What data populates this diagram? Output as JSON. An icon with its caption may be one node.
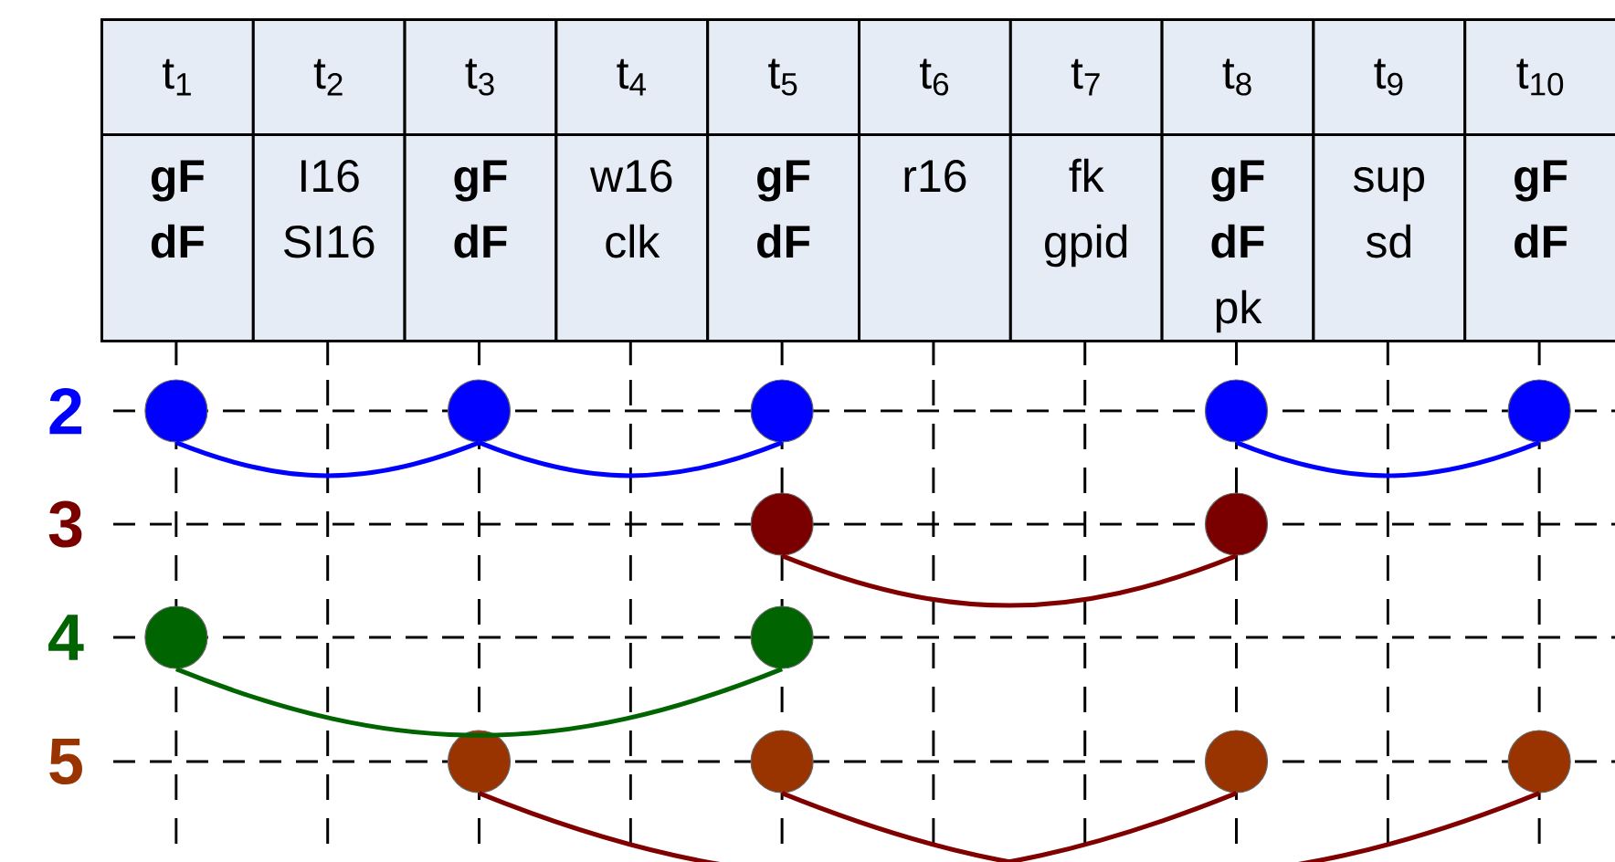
{
  "diagram": {
    "nodes": [
      {
        "text": [
          "t$_{1}$"
        ]
      },
      {
        "text": [
          "t$_{2}$"
        ]
      },
      {
        "text": [
          "t$_{3}$"
        ]
      },
      {
        "text": [
          "t$_{4}$"
        ]
      },
      {
        "text": [
          "t$_{5}$"
        ]
      },
      {
        "text": [
          "t$_{6}$"
        ]
      },
      {
        "text": [
          "t$_{7}$"
        ]
      },
      {
        "text": [
          "t$_{8}$"
        ]
      },
      {
        "text": [
          "t$_{9}$"
        ]
      },
      {
        "text": [
          "t$_{10}$"
        ]
      },
      {
        "text": [
          "**gF**",
          "**dF**"
        ]
      },
      {
        "text": [
          "I16",
          "SI16"
        ]
      },
      {
        "text": [
          "**gF**",
          "**dF**"
        ]
      },
      {
        "text": [
          "w16",
          "clk"
        ]
      },
      {
        "text": [
          "**gF**",
          "**dF**"
        ]
      },
      {
        "text": [
          "r16"
        ]
      },
      {
        "text": [
          "fk",
          "gpid"
        ]
      },
      {
        "text": [
          "**gF**",
          "**dF**",
          "pk"
        ]
      },
      {
        "text": [
          "sup",
          "sd"
        ]
      },
      {
        "text": [
          "**gF**",
          "**dF**"
        ]
      },
      {
        "text": [],
        "shape": "circle"
      },
      {
        "text": [],
        "shape": "circle"
      },
      {
        "text": [],
        "shape": "circle"
      },
      {
        "text": [],
        "shape": "circle"
      },
      {
        "text": [],
        "shape": "circle"
      },
      {
        "text": [],
        "shape": "circle"
      },
      {
        "text": [],
        "shape": "circle"
      },
      {
        "text": [],
        "shape": "circle"
      },
      {
        "text": [],
        "shape": "circle"
      },
      {
        "text": [],
        "shape": "circle"
      },
      {
        "text": [],
        "shape": "circle"
      },
      {
        "text": [],
        "shape": "circle"
      },
      {
        "text": [],
        "shape": "circle"
      }
    ],
    "edges": [
      {
        "from": 20,
        "to": 21,
        "arrow": "none",
        "color": "#0000ff"
      },
      {
        "from": 21,
        "to": 22,
        "arrow": "none",
        "color": "#0000ff"
      },
      {
        "from": 23,
        "to": 24,
        "arrow": "none",
        "color": "#0000ff"
      },
      {
        "from": 25,
        "to": 26,
        "arrow": "none",
        "color": "#800000"
      },
      {
        "from": 27,
        "to": 28,
        "arrow": "none",
        "color": "#006400"
      },
      {
        "from": 29,
        "to": 31,
        "arrow": "none",
        "color": "#800000"
      },
      {
        "from": 30,
        "to": 32,
        "arrow": "none",
        "color": "#800000"
      }
    ],
    "labels": [
      "2",
      "3",
      "4",
      "5"
    ]
  }
}
